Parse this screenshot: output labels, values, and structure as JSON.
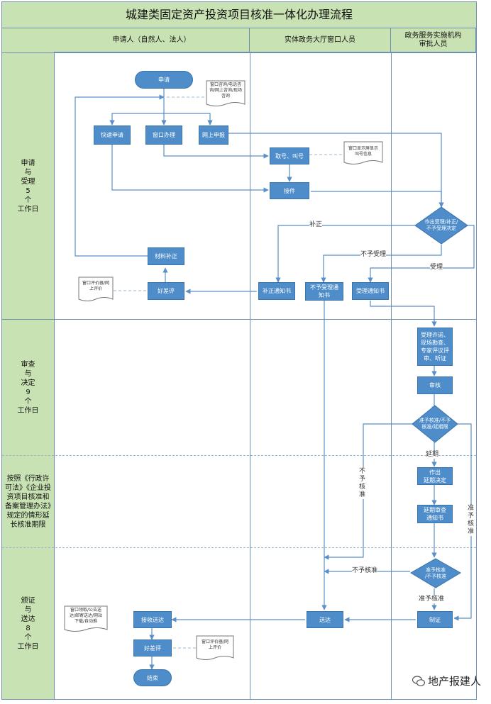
{
  "title": "城建类固定资产投资项目核准一体化办理流程",
  "lanes": {
    "applicant": "申请人（自然人、法人）",
    "window_staff": "实体政务大厅窗口人员",
    "approval_staff": "政务服务实施机构\n审批人员"
  },
  "phases": {
    "accept": "申请\n与\n受理\n5\n个\n工作日",
    "review": "审查\n与\n决定\n9\n个\n工作日",
    "extend": "按照《行政许可法》《企业投资项目核准和备案管理办法》规定的情形延长核准期限",
    "deliver": "颁证\n与\n送达\n8\n个\n工作日"
  },
  "nodes": {
    "apply": "申请",
    "express_apply": "快速申请",
    "window_handle": "窗口办理",
    "online_apply": "网上申报",
    "number_call": "取号、叫号",
    "receive": "接件",
    "accept_decision": "作出受理/补正/\n不予受理决定",
    "material_fix": "材料补正",
    "good_bad_rating": "好差评",
    "fix_notice": "补正通知书",
    "reject_notice": "不予受理通\n知书",
    "accept_notice": "受理通知书",
    "review_process": "受理许诺、\n现场勘查、\n专家评议评\n审、听证",
    "review_check": "审核",
    "approve_decision": "准予核准/不予\n核准/延期限",
    "extend_decision": "作出\n延期决定",
    "extend_notice": "延期审查\n通知书",
    "final_decision": "准予核准\n/不予核准",
    "certify": "制证",
    "deliver": "送达",
    "receive_delivery": "接收送达",
    "good_bad_rating2": "好差评",
    "end": "结束"
  },
  "docs": {
    "consult": "窗口咨询/电话咨\n询/网上咨询/现场\n咨询",
    "window_display": "窗口显示屏显示\n叫号信息",
    "window_eval": "窗口评价器/网\n上评价",
    "pickup": "窗口领取/公告送\n达/邮寄送达/网站\n下载/自动推",
    "window_eval2": "窗口评价器/网\n上评价"
  },
  "edge_labels": {
    "supplement": "补正",
    "not_accept": "不予受理",
    "accept": "受理",
    "not_approve_vertical": "不\n予\n核\n准",
    "approve_vertical": "准\n予\n核\n准",
    "extension": "延期",
    "not_approve": "不予核准",
    "approve": "准予核准"
  },
  "watermark": "地产报建人",
  "colors": {
    "header_green": "#c9e2b3",
    "box_blue": "#4e8dc9",
    "line_blue": "#5b8fc7",
    "border": "#6f8fb0"
  }
}
